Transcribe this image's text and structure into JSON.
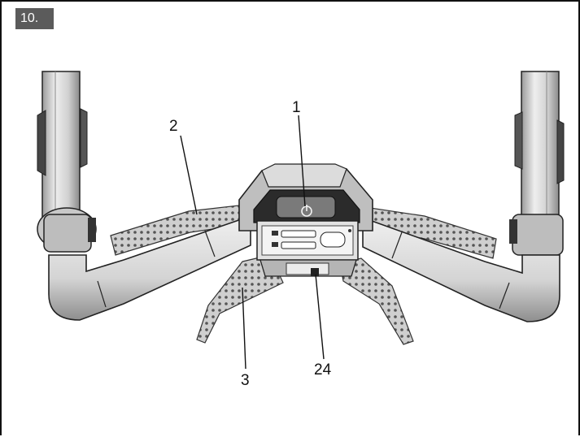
{
  "step": {
    "label": "10."
  },
  "callouts": [
    {
      "id": "c1",
      "text": "1"
    },
    {
      "id": "c2",
      "text": "2"
    },
    {
      "id": "c3",
      "text": "3"
    },
    {
      "id": "c24",
      "text": "24"
    }
  ],
  "colors": {
    "frame": "#111111",
    "badge": "#5b5b5b",
    "metal": "#d8d8d8",
    "dark": "#2a2a2a"
  }
}
